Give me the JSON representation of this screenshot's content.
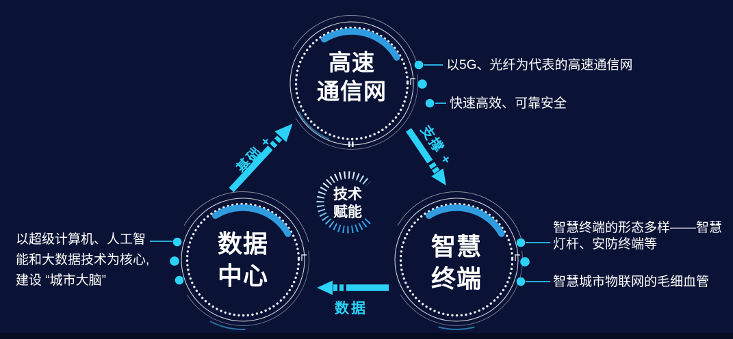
{
  "diagram": {
    "center_badge": {
      "line1": "技术",
      "line2": "赋能"
    },
    "nodes": {
      "network": {
        "line1": "高速",
        "line2": "通信网"
      },
      "datacenter": {
        "line1": "数据",
        "line2": "中心"
      },
      "terminal": {
        "line1": "智慧",
        "line2": "终端"
      }
    },
    "arrows": {
      "foundation": "基础 +",
      "support": "支撑 +",
      "data": "数据"
    },
    "annotations": {
      "network_1": "以5G、光纤为代表的高速通信网",
      "network_2": "快速高效、可靠安全",
      "datacenter_line1": "以超级计算机、人工智",
      "datacenter_line2": "能和大数据技术为核心,",
      "datacenter_line3": "建设 “城市大脑”",
      "terminal_1_line1": "智慧终端的形态多样——智慧",
      "terminal_1_line2": "灯杆、安防终端等",
      "terminal_2": "智慧城市物联网的毛细血管"
    },
    "colors": {
      "background": "#0a1335",
      "accent_cyan": "#2bd1f7",
      "arc_blue": "#2f9ce0",
      "text": "#ffffff"
    }
  }
}
